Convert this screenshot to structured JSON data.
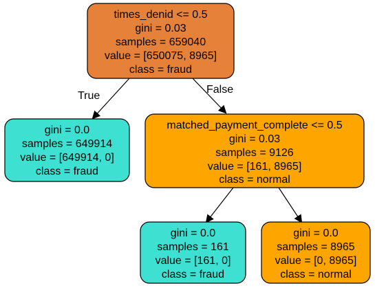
{
  "colors": {
    "root_fill": "#e58139",
    "fraud_fill": "#3ee0d2",
    "normal_fill": "#ffa500",
    "stroke": "#000000",
    "text": "#000000"
  },
  "tree": {
    "root": {
      "lines": [
        "times_denid <= 0.5",
        "gini = 0.03",
        "samples = 659040",
        "value = [650075, 8965]",
        "class = fraud"
      ]
    },
    "left": {
      "lines": [
        "gini = 0.0",
        "samples = 649914",
        "value = [649914, 0]",
        "class = fraud"
      ]
    },
    "right": {
      "lines": [
        "matched_payment_complete <= 0.5",
        "gini = 0.03",
        "samples = 9126",
        "value = [161, 8965]",
        "class = normal"
      ]
    },
    "right_left": {
      "lines": [
        "gini = 0.0",
        "samples = 161",
        "value = [161, 0]",
        "class = fraud"
      ]
    },
    "right_right": {
      "lines": [
        "gini = 0.0",
        "samples = 8965",
        "value = [0, 8965]",
        "class = normal"
      ]
    }
  },
  "edges": {
    "true_label": "True",
    "false_label": "False"
  }
}
